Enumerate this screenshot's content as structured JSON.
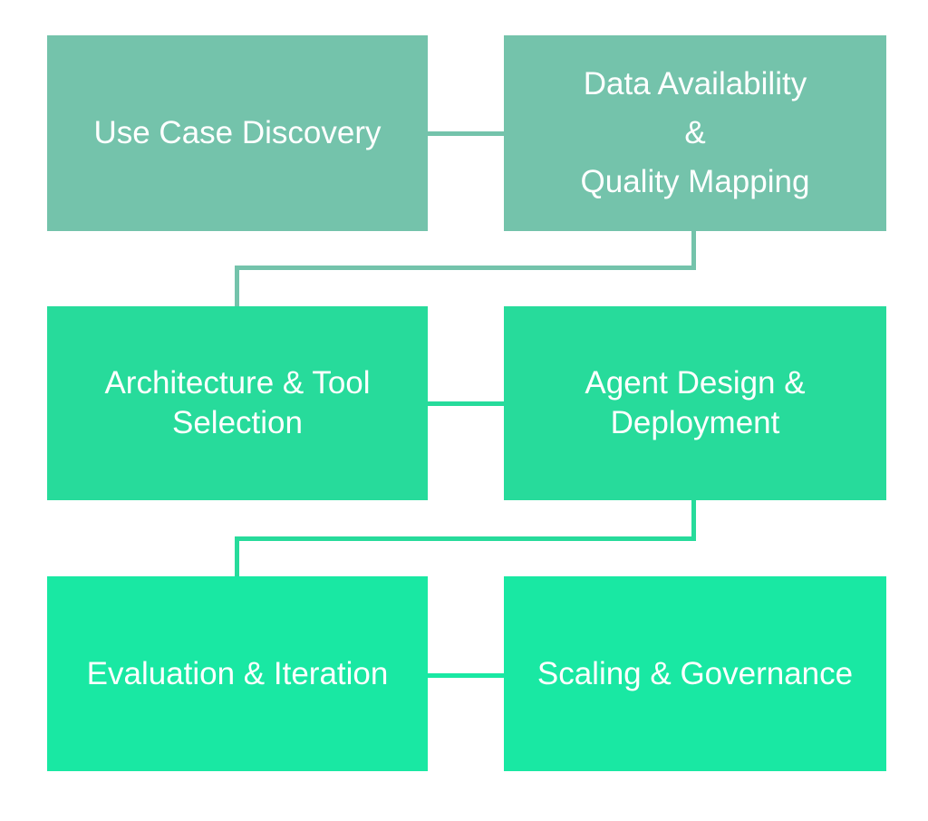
{
  "diagram": {
    "type": "flowchart",
    "background": "#FFFFFF",
    "text_color": "#FFFFFF",
    "palette": {
      "row1": "#74C3AB",
      "row2": "#27DB9B",
      "row3": "#19E8A3"
    },
    "rows": [
      {
        "color": "#74C3AB",
        "boxes": [
          {
            "id": "use-case-discovery",
            "label": "Use Case Discovery"
          },
          {
            "id": "data-availability-quality-mapping",
            "label": "Data Availability\n&\nQuality Mapping"
          }
        ]
      },
      {
        "color": "#27DB9B",
        "boxes": [
          {
            "id": "architecture-tool-selection",
            "label": "Architecture & Tool\nSelection"
          },
          {
            "id": "agent-design-deployment",
            "label": "Agent Design &\nDeployment"
          }
        ]
      },
      {
        "color": "#19E8A3",
        "boxes": [
          {
            "id": "evaluation-iteration",
            "label": "Evaluation & Iteration"
          },
          {
            "id": "scaling-governance",
            "label": "Scaling & Governance"
          }
        ]
      }
    ],
    "edges": [
      {
        "from": "use-case-discovery",
        "to": "data-availability-quality-mapping"
      },
      {
        "from": "data-availability-quality-mapping",
        "to": "architecture-tool-selection"
      },
      {
        "from": "architecture-tool-selection",
        "to": "agent-design-deployment"
      },
      {
        "from": "agent-design-deployment",
        "to": "evaluation-iteration"
      },
      {
        "from": "evaluation-iteration",
        "to": "scaling-governance"
      }
    ]
  }
}
